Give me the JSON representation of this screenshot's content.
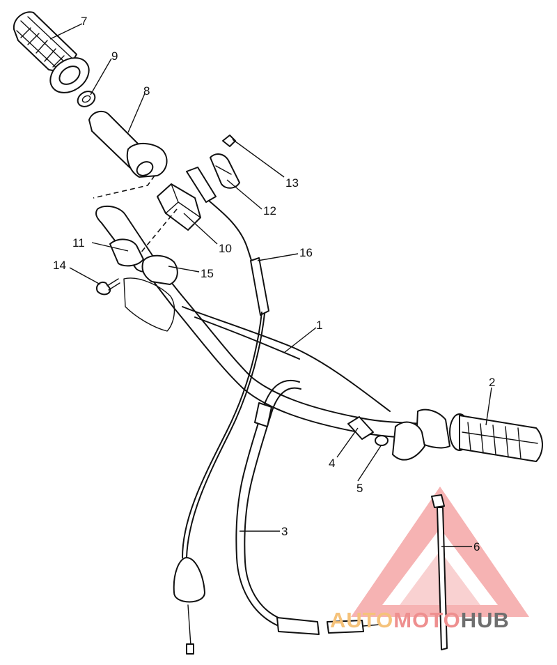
{
  "callouts": [
    "7",
    "9",
    "8",
    "13",
    "12",
    "10",
    "11",
    "16",
    "14",
    "15",
    "1",
    "2",
    "4",
    "5",
    "3",
    "6"
  ],
  "watermark": {
    "part1": "AUTO",
    "part2": "MOTO",
    "part3": "HUB"
  },
  "colors": {
    "lines": "#111111",
    "wm_auto": "#f5c27a",
    "wm_moto": "#ee8f8f",
    "wm_hub": "#6f6f6f",
    "triangle": "#f07c7c"
  }
}
